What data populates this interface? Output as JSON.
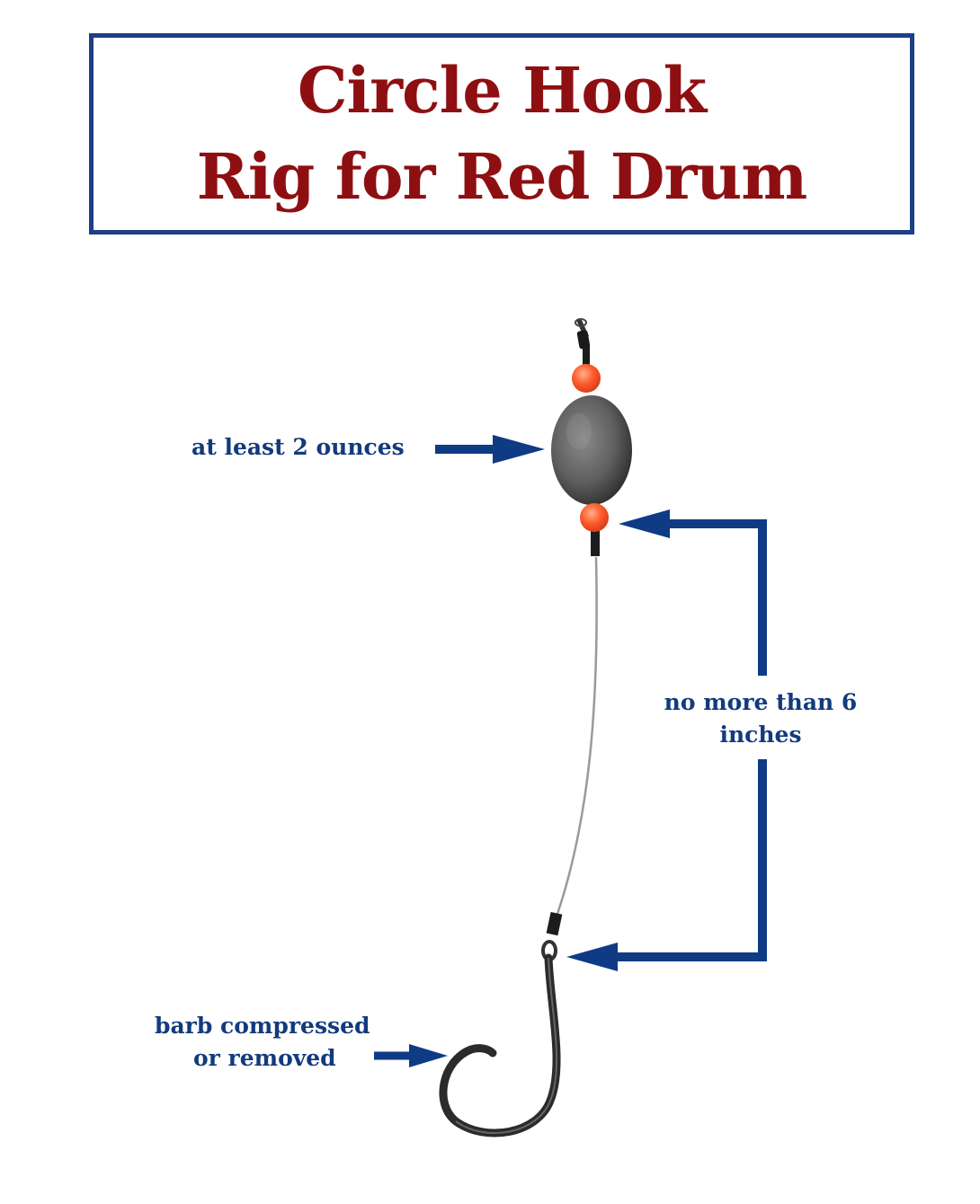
{
  "title": {
    "line1": "Circle Hook",
    "line2": "Rig for Red Drum"
  },
  "annotations": {
    "weight": "at least 2 ounces",
    "length_line1": "no more than 6",
    "length_line2": "inches",
    "barb_line1": "barb compressed",
    "barb_line2": "or removed"
  },
  "colors": {
    "title_text": "#8e0f12",
    "border": "#1d3f86",
    "label_text": "#123b7c",
    "arrow": "#0f3b85",
    "bead": "#ff5a2a",
    "sinker": "#6b6b6b",
    "hook": "#2b2b2b"
  },
  "icons": [
    "swivel-icon",
    "bead-icon",
    "egg-sinker-icon",
    "circle-hook-icon",
    "arrow-icon"
  ]
}
